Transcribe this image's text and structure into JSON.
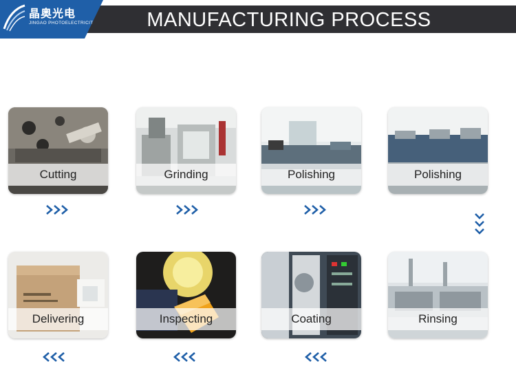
{
  "header": {
    "title": "MANUFACTURING PROCESS",
    "logo_cn": "晶奥光电",
    "logo_en": "JINGAO PHOTOELECTRICITY"
  },
  "steps": [
    {
      "label": "Cutting"
    },
    {
      "label": "Grinding"
    },
    {
      "label": "Polishing"
    },
    {
      "label": "Polishing"
    },
    {
      "label": "Rinsing"
    },
    {
      "label": "Coating"
    },
    {
      "label": "Inspecting"
    },
    {
      "label": "Delivering"
    }
  ],
  "colors": {
    "header_bar": "#2f2f33",
    "logo_blue": "#1f5fa8",
    "arrow_blue": "#1f5fa8"
  },
  "icons": {
    "forward_arrow": "triple-chevron-right-icon",
    "back_arrow": "triple-chevron-left-icon",
    "down_arrow": "triple-chevron-down-icon"
  }
}
